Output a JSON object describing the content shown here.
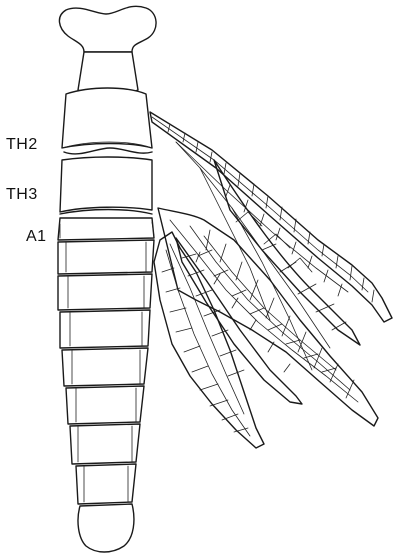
{
  "figure": {
    "labels": {
      "th2": "TH2",
      "th3": "TH3",
      "a1": "A1"
    },
    "ink_color": "#1a1a1a",
    "background": "#ffffff"
  }
}
